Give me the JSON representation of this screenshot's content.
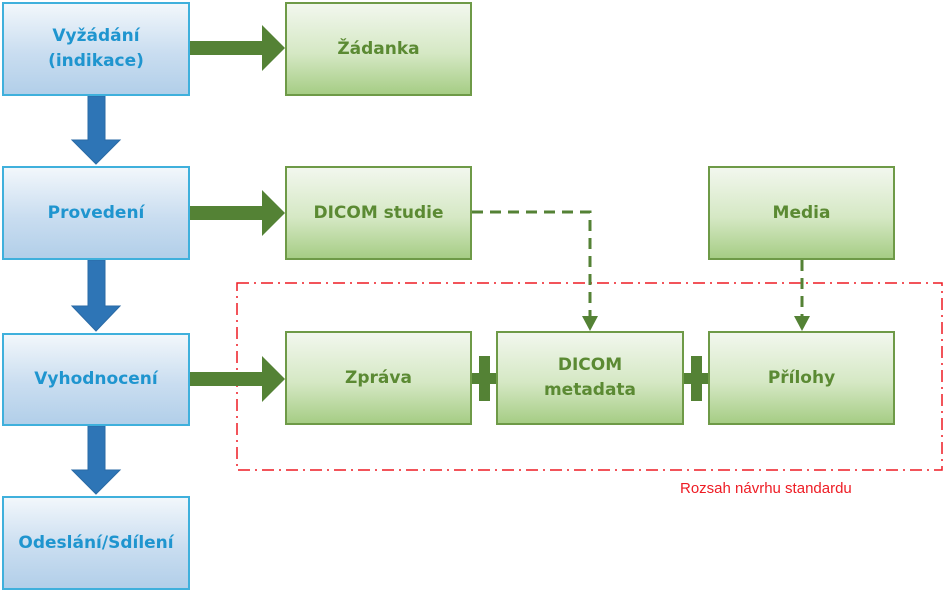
{
  "diagram": {
    "process_steps": [
      {
        "id": "request",
        "label": "Vyžádání\n(indikace)"
      },
      {
        "id": "execution",
        "label": "Provedení"
      },
      {
        "id": "evaluation",
        "label": "Vyhodnocení"
      },
      {
        "id": "sending",
        "label": "Odeslání/Sdílení"
      }
    ],
    "artifacts": {
      "request_form": "Žádanka",
      "dicom_study": "DICOM studie",
      "media": "Media",
      "report": "Zpráva",
      "dicom_metadata": "DICOM\nmetadata",
      "attachments": "Přílohy"
    },
    "scope_label": "Rozsah návrhu standardu",
    "colors": {
      "process_blue": "#2e75b6",
      "process_text": "#1f95cf",
      "artifact_green": "#538135",
      "scope_red": "#ee1c24"
    }
  }
}
